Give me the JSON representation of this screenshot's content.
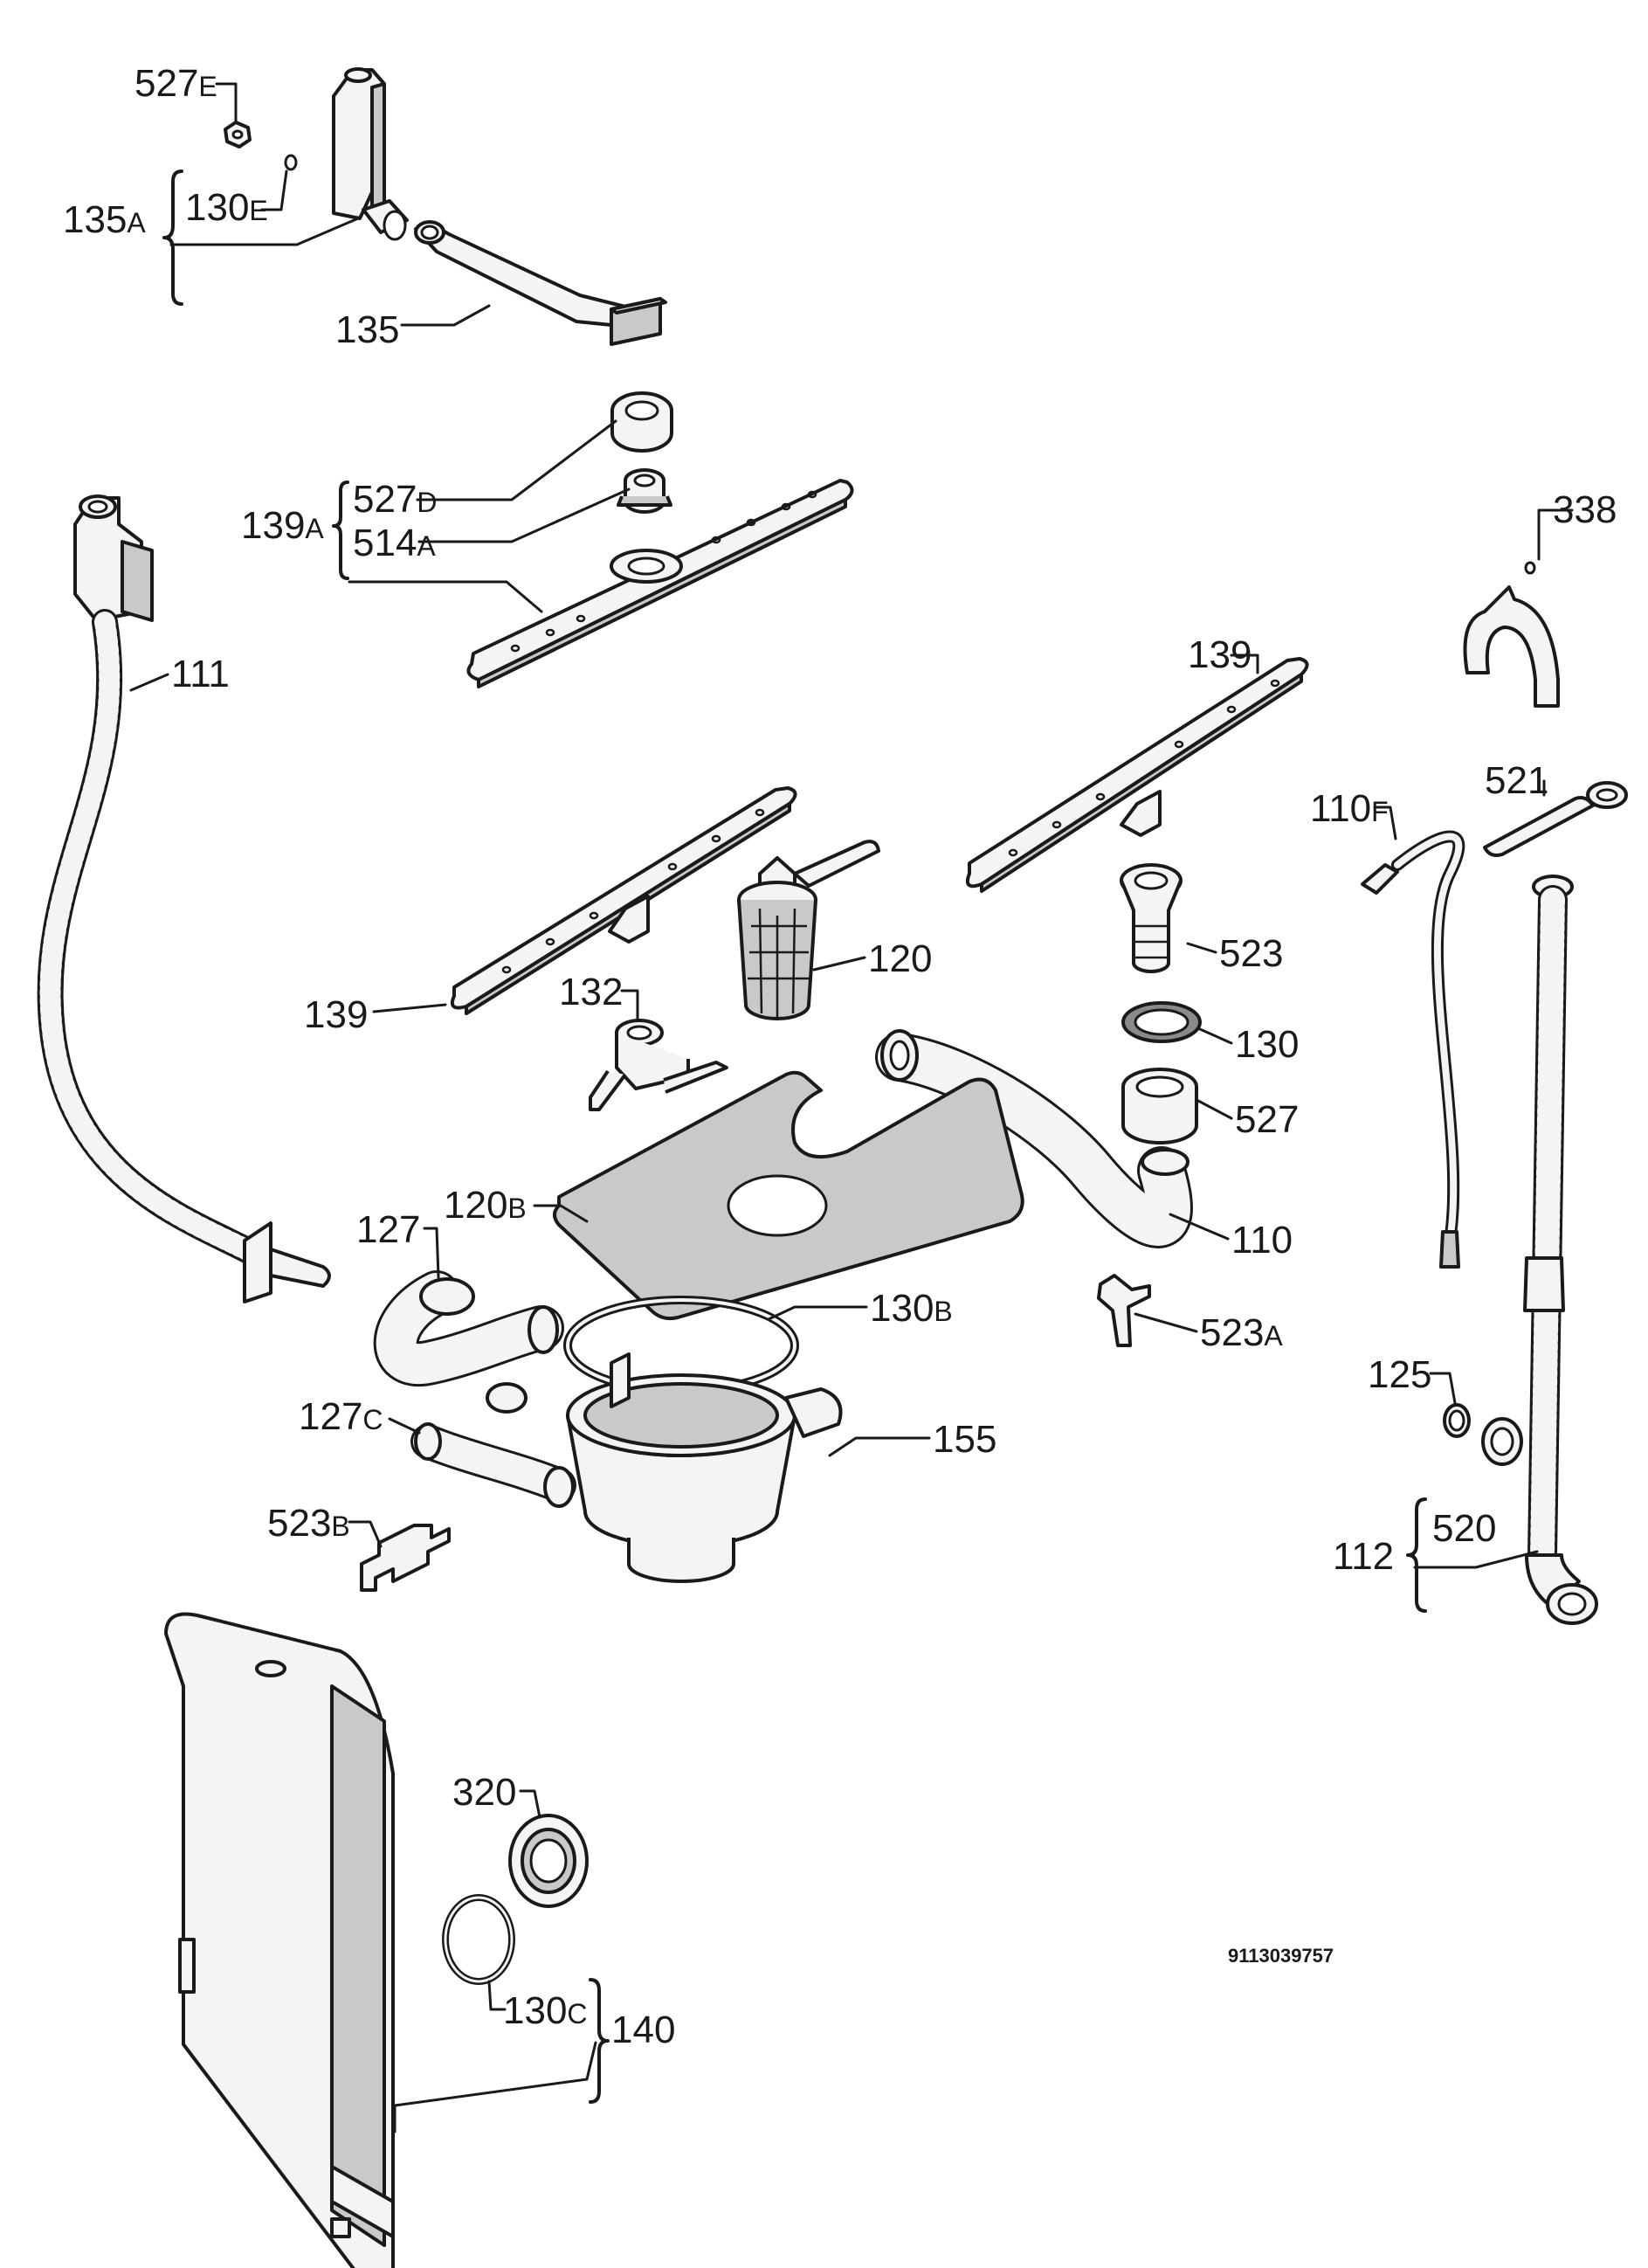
{
  "document_id": "9113039757",
  "labels": {
    "l527e": {
      "num": "527",
      "suffix": "E"
    },
    "l135a": {
      "num": "135",
      "suffix": "A"
    },
    "l130e": {
      "num": "130",
      "suffix": "E"
    },
    "l135": {
      "num": "135",
      "suffix": ""
    },
    "l139a": {
      "num": "139",
      "suffix": "A"
    },
    "l527d": {
      "num": "527",
      "suffix": "D"
    },
    "l514a": {
      "num": "514",
      "suffix": "A"
    },
    "l338": {
      "num": "338",
      "suffix": ""
    },
    "l111": {
      "num": "111",
      "suffix": ""
    },
    "l139_right": {
      "num": "139",
      "suffix": ""
    },
    "l521": {
      "num": "521",
      "suffix": ""
    },
    "l110f": {
      "num": "110",
      "suffix": "F"
    },
    "l523": {
      "num": "523",
      "suffix": ""
    },
    "l120": {
      "num": "120",
      "suffix": ""
    },
    "l139_left": {
      "num": "139",
      "suffix": ""
    },
    "l132": {
      "num": "132",
      "suffix": ""
    },
    "l130": {
      "num": "130",
      "suffix": ""
    },
    "l527": {
      "num": "527",
      "suffix": ""
    },
    "l120b": {
      "num": "120",
      "suffix": "B"
    },
    "l110": {
      "num": "110",
      "suffix": ""
    },
    "l127": {
      "num": "127",
      "suffix": ""
    },
    "l130b": {
      "num": "130",
      "suffix": "B"
    },
    "l523a": {
      "num": "523",
      "suffix": "A"
    },
    "l125": {
      "num": "125",
      "suffix": ""
    },
    "l127c": {
      "num": "127",
      "suffix": "C"
    },
    "l155": {
      "num": "155",
      "suffix": ""
    },
    "l523b": {
      "num": "523",
      "suffix": "B"
    },
    "l112": {
      "num": "112",
      "suffix": ""
    },
    "l520": {
      "num": "520",
      "suffix": ""
    },
    "l320": {
      "num": "320",
      "suffix": ""
    },
    "l130c": {
      "num": "130",
      "suffix": "C"
    },
    "l140": {
      "num": "140",
      "suffix": ""
    }
  }
}
